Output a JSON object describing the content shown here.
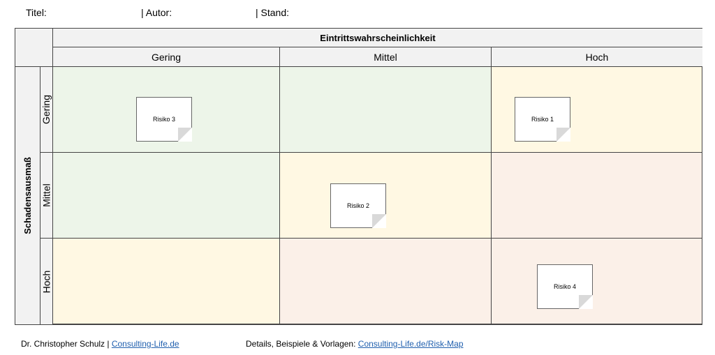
{
  "header": {
    "title_label": "Titel:",
    "author_label": "| Autor:",
    "status_label": "| Stand:"
  },
  "matrix": {
    "x_axis_title": "Eintrittswahrscheinlichkeit",
    "x_levels": [
      "Gering",
      "Mittel",
      "Hoch"
    ],
    "y_axis_title": "Schadensausmaß",
    "y_levels": [
      "Gering",
      "Mittel",
      "Hoch"
    ],
    "colors": {
      "green": "#edf5e9",
      "yellow": "#fff8e3",
      "red": "#fbf0e8",
      "header_gray": "#f2f2f2"
    },
    "risks": [
      {
        "label": "Risiko 3"
      },
      {
        "label": "Risiko 1"
      },
      {
        "label": "Risiko 2"
      },
      {
        "label": "Risiko 4"
      }
    ]
  },
  "footer": {
    "author": "Dr. Christopher Schulz |",
    "author_link": "Consulting-Life.de",
    "details_label": "Details, Beispiele & Vorlagen:",
    "details_link": "Consulting-Life.de/Risk-Map"
  }
}
